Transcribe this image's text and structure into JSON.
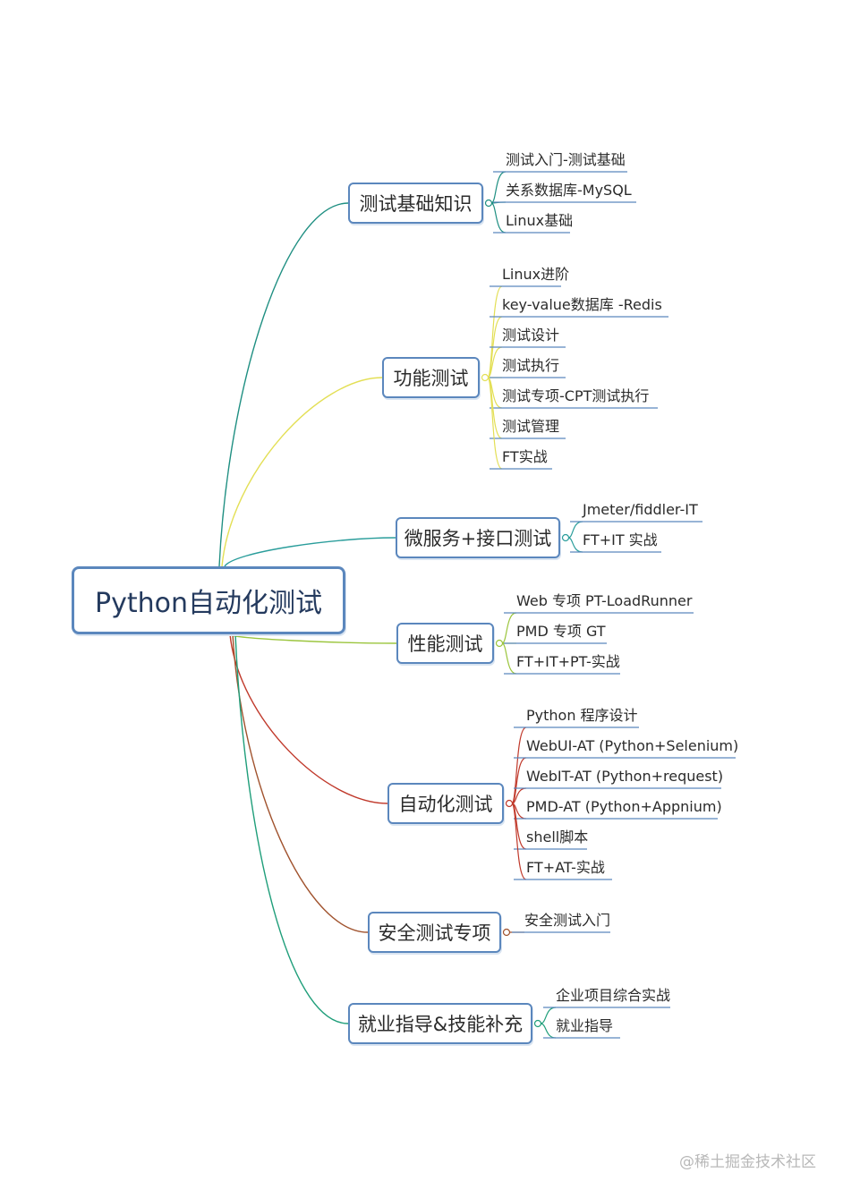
{
  "root": {
    "label": "Python自动化测试"
  },
  "branches": [
    {
      "label": "测试基础知识",
      "color": "#1f8f82",
      "children": [
        "测试入门-测试基础",
        "关系数据库-MySQL",
        "Linux基础"
      ]
    },
    {
      "label": "功能测试",
      "color": "#e3df55",
      "children": [
        "Linux进阶",
        "key-value数据库 -Redis",
        "测试设计",
        "测试执行",
        "测试专项-CPT测试执行",
        "测试管理",
        "FT实战"
      ]
    },
    {
      "label": "微服务+接口测试",
      "color": "#2a9d9b",
      "children": [
        "Jmeter/fiddler-IT",
        "FT+IT 实战"
      ]
    },
    {
      "label": "性能测试",
      "color": "#9bc53d",
      "children": [
        "Web 专项 PT-LoadRunner",
        "PMD 专项 GT",
        "FT+IT+PT-实战"
      ]
    },
    {
      "label": "自动化测试",
      "color": "#c0392b",
      "children": [
        "Python 程序设计",
        "WebUI-AT (Python+Selenium)",
        "WebIT-AT (Python+request)",
        "PMD-AT (Python+Appnium)",
        "shell脚本",
        "FT+AT-实战"
      ]
    },
    {
      "label": "安全测试专项",
      "color": "#a0522d",
      "children": [
        "安全测试入门"
      ]
    },
    {
      "label": "就业指导&技能补充",
      "color": "#1f9e7a",
      "children": [
        "企业项目综合实战",
        "就业指导"
      ]
    }
  ],
  "watermark": "@稀土掘金技术社区",
  "colors": {
    "node_border": "#5b87bd",
    "leaf_underline": "#5b87bd"
  }
}
